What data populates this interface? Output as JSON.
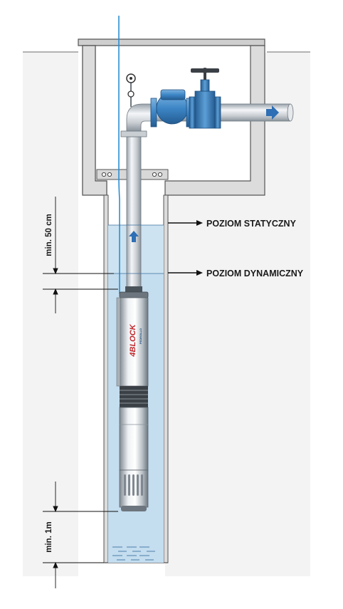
{
  "labels": {
    "static_level": "POZIOM STATYCZNY",
    "dynamic_level": "POZIOM DYNAMICZNY",
    "min_above_pump": "min. 50 cm",
    "min_below_pump": "min. 1m"
  },
  "brand": {
    "logo_text": "4BLOCK",
    "logo_subtext": "PEDROLLO"
  },
  "colors": {
    "wall": "#dcdcdc",
    "wall_stroke": "#555555",
    "water": "#cde3f1",
    "water_dark": "#b8d5ea",
    "valve_blue": "#3d86c6",
    "pipe": "#d4d8dc",
    "arrow_blue": "#2e6fb5",
    "cable": "#2a8fd4"
  }
}
